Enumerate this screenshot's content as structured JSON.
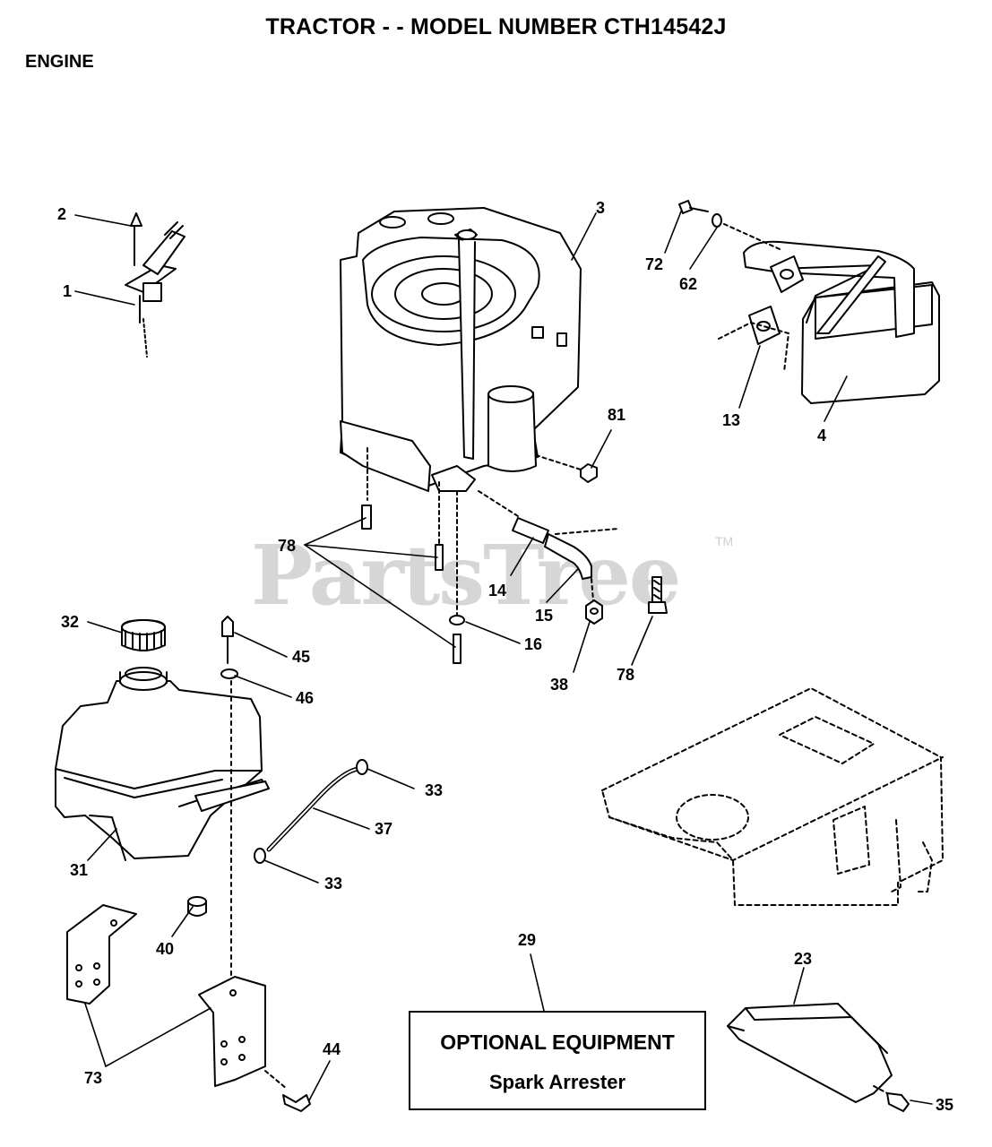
{
  "header": {
    "title": "TRACTOR - - MODEL NUMBER CTH14542J",
    "section": "ENGINE"
  },
  "watermark": {
    "text": "PartsTree",
    "trademark": "TM"
  },
  "optional_equipment": {
    "title": "OPTIONAL EQUIPMENT",
    "item": "Spark Arrester"
  },
  "callouts": {
    "c2": "2",
    "c1": "1",
    "c3": "3",
    "c72": "72",
    "c62": "62",
    "c13": "13",
    "c4": "4",
    "c81": "81",
    "c78a": "78",
    "c14": "14",
    "c15": "15",
    "c16": "16",
    "c38": "38",
    "c78b": "78",
    "c32": "32",
    "c45": "45",
    "c46": "46",
    "c33a": "33",
    "c37": "37",
    "c33b": "33",
    "c31": "31",
    "c40": "40",
    "c29": "29",
    "c23": "23",
    "c73": "73",
    "c44": "44",
    "c35": "35"
  }
}
